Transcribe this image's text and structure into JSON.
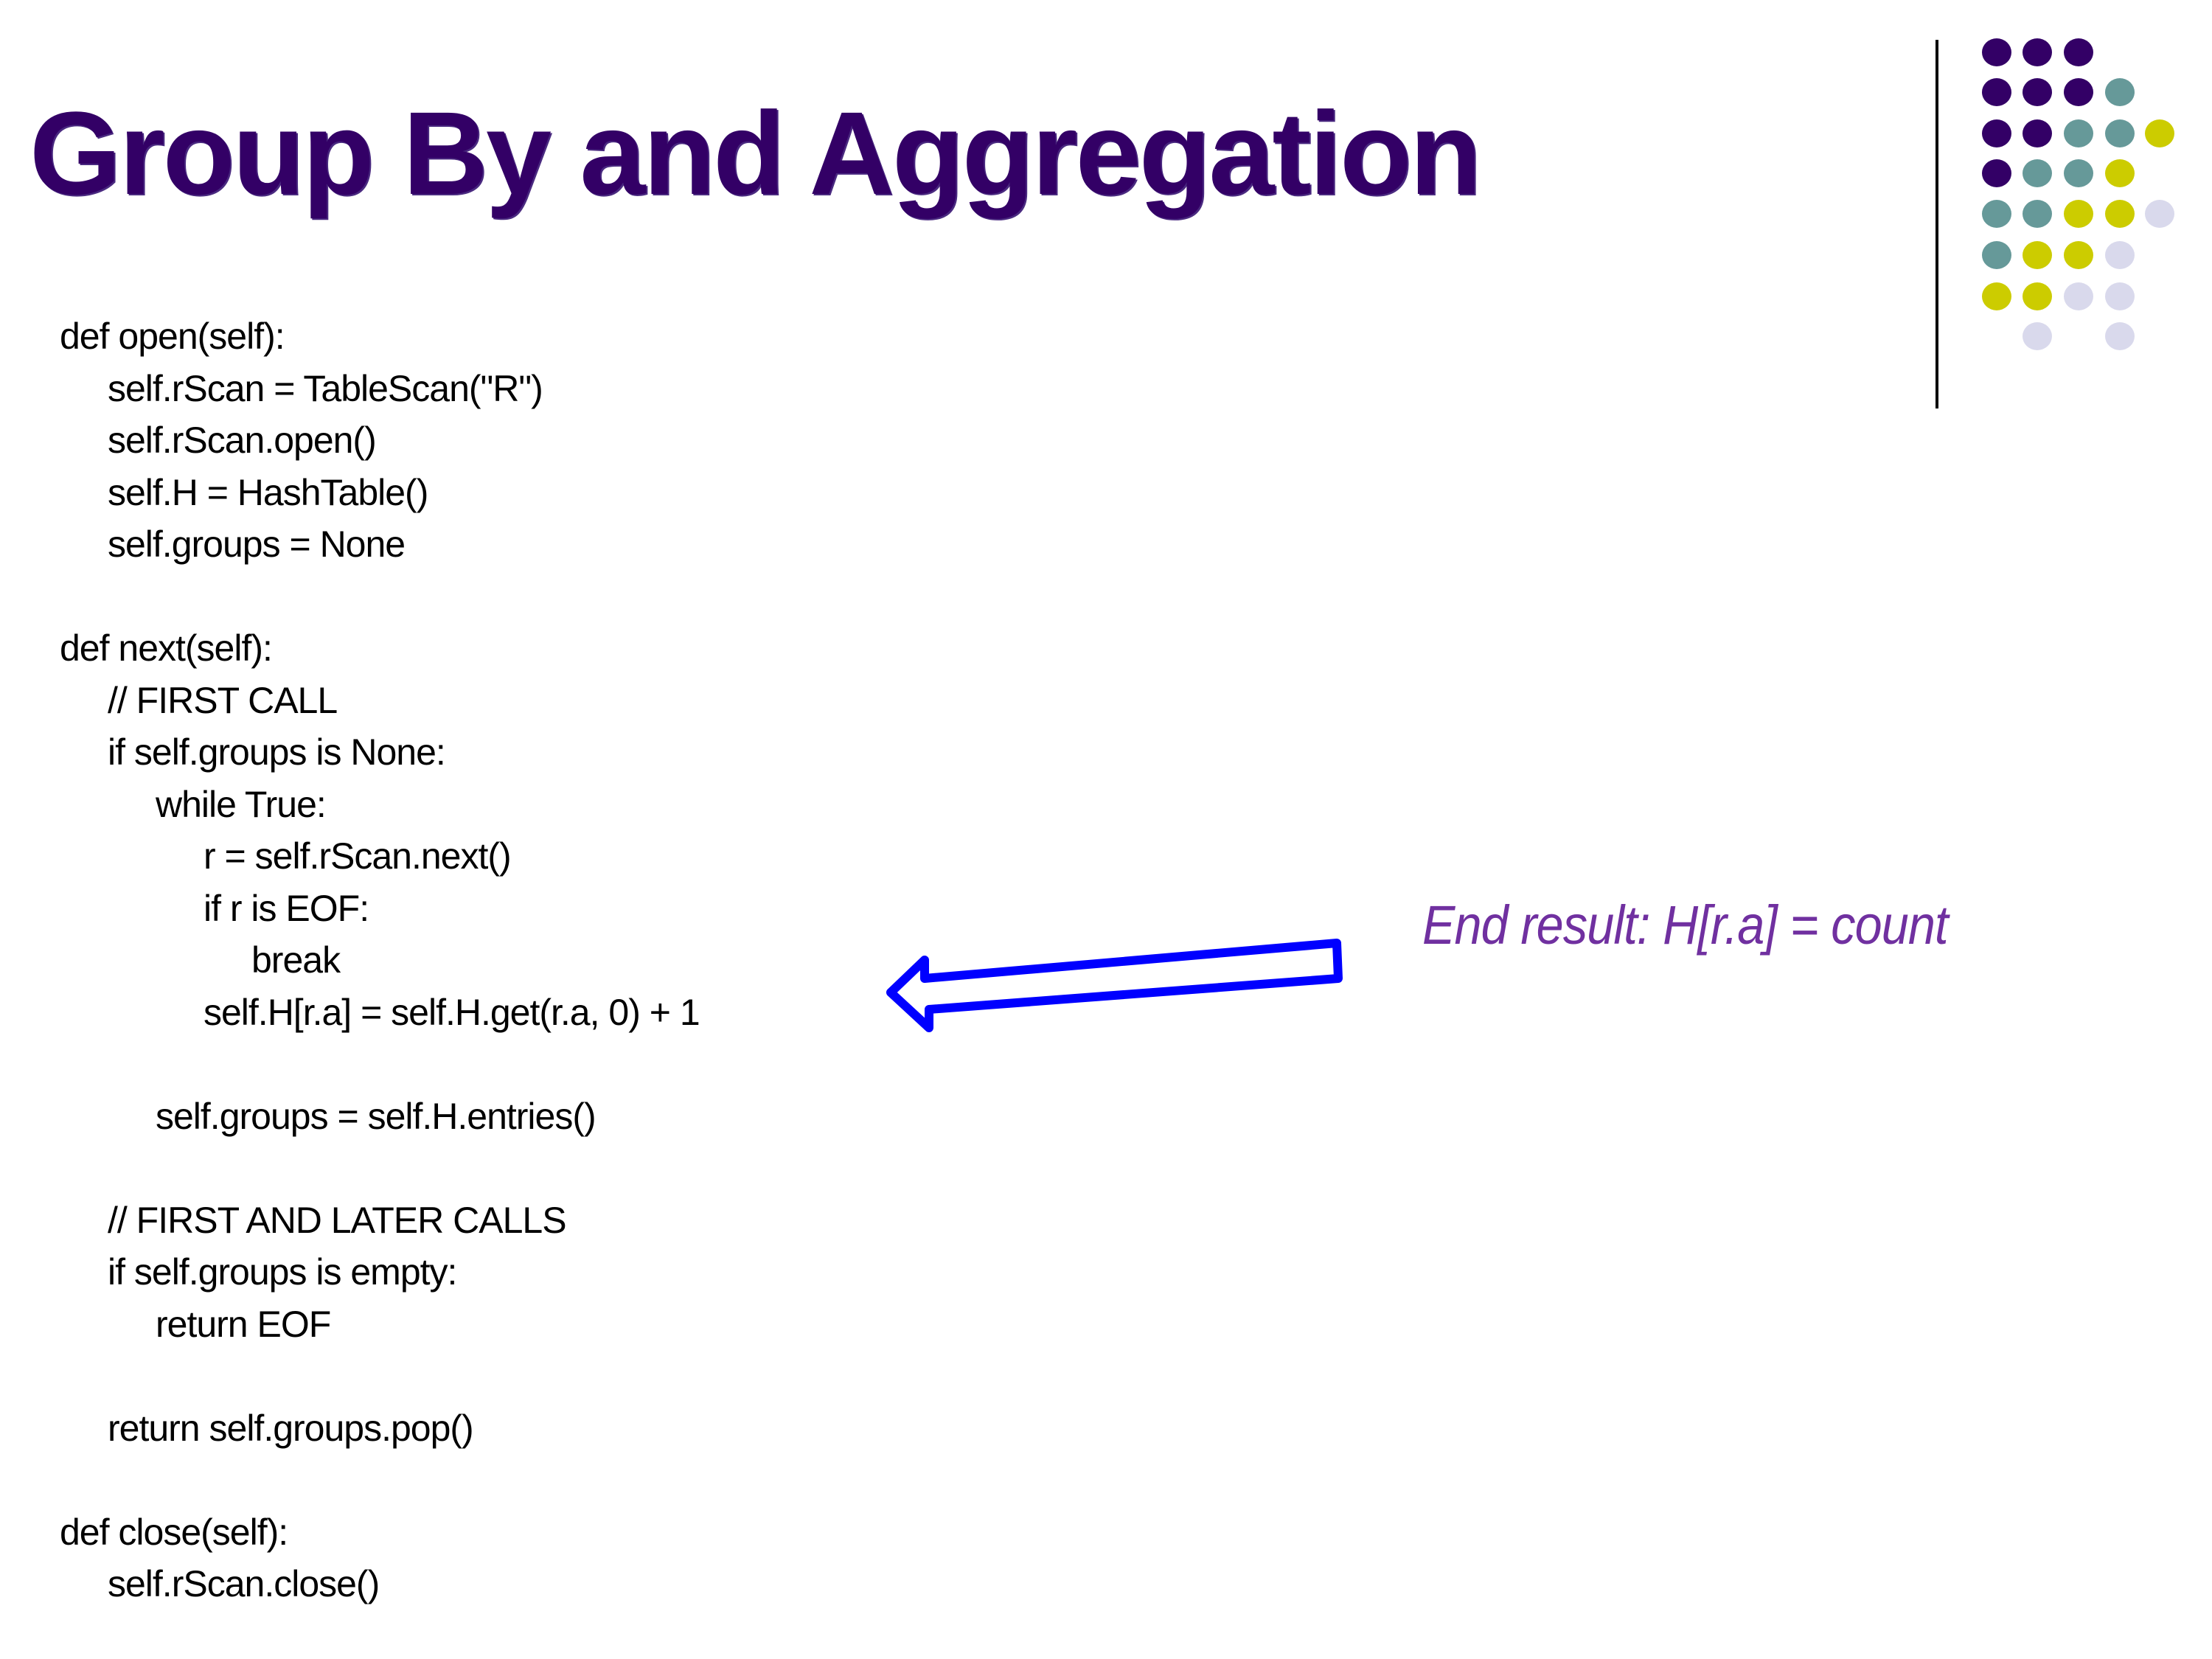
{
  "slide": {
    "title": "Group By and Aggregation",
    "annotation": "End result: H[r.a] = count",
    "colors": {
      "title": "#330066",
      "annotation": "#7030a0",
      "arrow": "#0000ff",
      "dot_purple": "#330066",
      "dot_teal": "#669999",
      "dot_yellow": "#cccc00",
      "dot_lavender": "#d9d9ec"
    },
    "code_lines": [
      {
        "indent": 0,
        "text": "def open(self):"
      },
      {
        "indent": 1,
        "text": "self.rScan = TableScan(\"R\")"
      },
      {
        "indent": 1,
        "text": "self.rScan.open()"
      },
      {
        "indent": 1,
        "text": "self.H = HashTable()"
      },
      {
        "indent": 1,
        "text": "self.groups = None"
      },
      {
        "indent": 0,
        "text": ""
      },
      {
        "indent": 0,
        "text": "def next(self):"
      },
      {
        "indent": 1,
        "text": "// FIRST CALL"
      },
      {
        "indent": 1,
        "text": "if self.groups is None:"
      },
      {
        "indent": 2,
        "text": "while True:"
      },
      {
        "indent": 3,
        "text": "r = self.rScan.next()"
      },
      {
        "indent": 3,
        "text": "if r is EOF:"
      },
      {
        "indent": 4,
        "text": "break"
      },
      {
        "indent": 3,
        "text": "self.H[r.a] = self.H.get(r.a, 0) + 1"
      },
      {
        "indent": 0,
        "text": ""
      },
      {
        "indent": 2,
        "text": "self.groups = self.H.entries()"
      },
      {
        "indent": 0,
        "text": ""
      },
      {
        "indent": 1,
        "text": "// FIRST AND LATER CALLS"
      },
      {
        "indent": 1,
        "text": "if self.groups is empty:"
      },
      {
        "indent": 2,
        "text": "return EOF"
      },
      {
        "indent": 0,
        "text": ""
      },
      {
        "indent": 1,
        "text": "return self.groups.pop()"
      },
      {
        "indent": 0,
        "text": ""
      },
      {
        "indent": 0,
        "text": "def close(self):"
      },
      {
        "indent": 1,
        "text": "self.rScan.close()"
      }
    ],
    "dot_grid": [
      [
        "P",
        "P",
        "P",
        "",
        ""
      ],
      [
        "P",
        "P",
        "P",
        "T",
        ""
      ],
      [
        "P",
        "P",
        "T",
        "T",
        "Y"
      ],
      [
        "P",
        "T",
        "T",
        "Y",
        ""
      ],
      [
        "T",
        "T",
        "Y",
        "Y",
        "L"
      ],
      [
        "T",
        "Y",
        "Y",
        "L",
        ""
      ],
      [
        "Y",
        "Y",
        "L",
        "L",
        ""
      ],
      [
        "",
        "L",
        "",
        "L",
        ""
      ]
    ]
  }
}
